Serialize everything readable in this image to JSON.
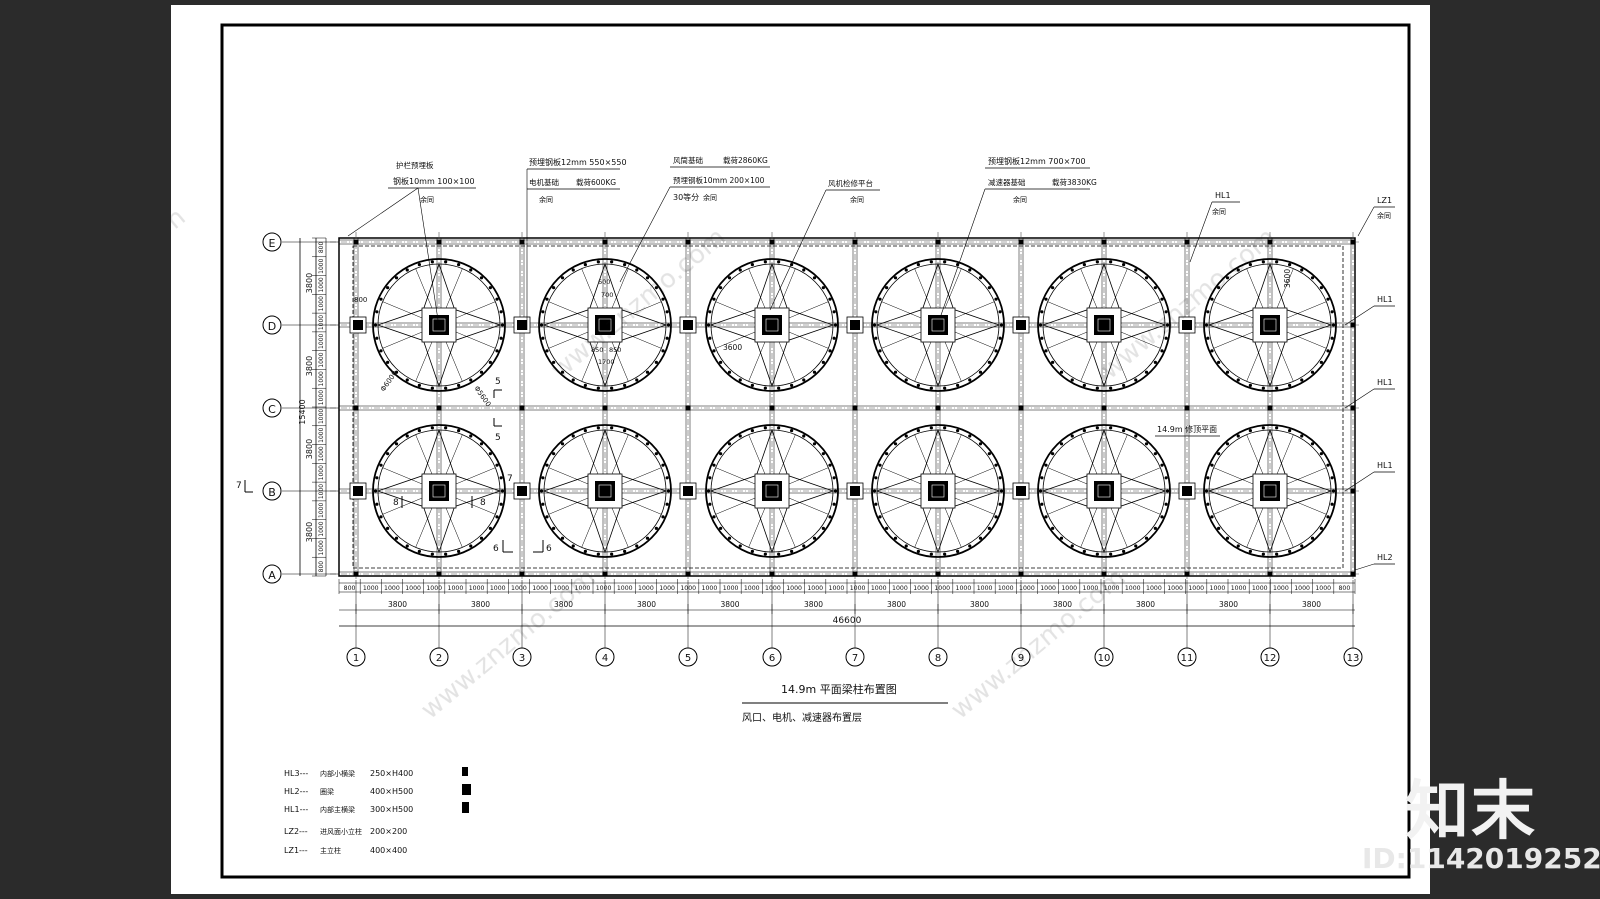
{
  "watermark": {
    "site": "www.znzmo.com",
    "logo": "知末",
    "id_label": "ID:1142019252"
  },
  "drawing": {
    "title": "14.9m  平面梁柱布置图",
    "subtitle": "风口、电机、减速器布置层",
    "row_axes": [
      "E",
      "D",
      "C",
      "B",
      "A"
    ],
    "col_axes": [
      "1",
      "2",
      "3",
      "4",
      "5",
      "6",
      "7",
      "8",
      "9",
      "10",
      "11",
      "12",
      "13"
    ],
    "bay_dims": [
      "3800",
      "3800",
      "3800",
      "3800",
      "3800",
      "3800",
      "3800",
      "3800",
      "3800",
      "3800",
      "3800",
      "3800"
    ],
    "total_width": "46600",
    "total_height": "15400",
    "row_dims": [
      "3800",
      "3800",
      "3800",
      "3800"
    ],
    "edge_dim": "800",
    "sub_dim": "1000",
    "labels": {
      "guard_rail": "护栏预埋板",
      "guard_plate": "钢板10mm 100×100",
      "same1": "余同",
      "embed_550": "预埋钢板12mm 550×550",
      "motor_base": "电机基础",
      "load_600": "载荷600KG",
      "same2": "余同",
      "fan_base": "风筒基础",
      "load_2860": "载荷2860KG",
      "embed_200": "预埋钢板10mm 200×100",
      "division": "30等分",
      "same3": "余同",
      "platform": "风机检修平台",
      "same4": "余同",
      "embed_700": "预埋钢板12mm 700×700",
      "reducer_base": "减速器基础",
      "load_3830": "载荷3830KG",
      "same5": "余同",
      "hl1_top": "HL1",
      "same6": "余同",
      "lz1": "LZ1",
      "same7": "余同",
      "hl1": "HL1",
      "hl2": "HL2",
      "elev_level": "14.9m  修顶平面",
      "dim_3600": "3600",
      "dim_800": "800",
      "dim_700": "700",
      "dim_600": "600",
      "dim_850": "850",
      "dim_1700": "1700",
      "dia_6000": "Φ6000",
      "dia_5600": "Φ5600",
      "sec5": "5",
      "sec6": "6",
      "sec7": "7",
      "sec8": "8"
    },
    "legend": [
      {
        "code": "HL3---",
        "name": "内部小横梁",
        "size": "250×H400"
      },
      {
        "code": "HL2---",
        "name": "圈梁",
        "size": "400×H500"
      },
      {
        "code": "HL1---",
        "name": "内部主横梁",
        "size": "300×H500"
      },
      {
        "code": "LZ2---",
        "name": "进风面小立柱",
        "size": "200×200"
      },
      {
        "code": "LZ1---",
        "name": "主立柱",
        "size": "400×400"
      }
    ]
  }
}
